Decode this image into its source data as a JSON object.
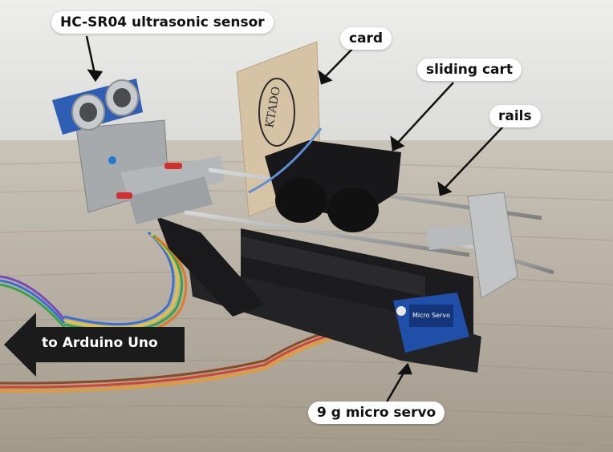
{
  "labels": {
    "sensor": "HC-SR04 ultrasonic sensor",
    "card": "card",
    "cart": "sliding cart",
    "rails": "rails",
    "servo": "9 g micro servo",
    "arduino": "to Arduino Uno"
  },
  "card_text": "KTADO",
  "servo_text": "Micro Servo",
  "colors": {
    "background_wall": "#e6e6e4",
    "table": "#b9b2a6",
    "lego_black": "#1c1c1e",
    "lego_gray": "#a8abad",
    "rail_metal": "#a7a9ab",
    "card": "#d6c2a4",
    "servo_blue": "#1f4fa8",
    "callout_bg": "#ffffff"
  }
}
